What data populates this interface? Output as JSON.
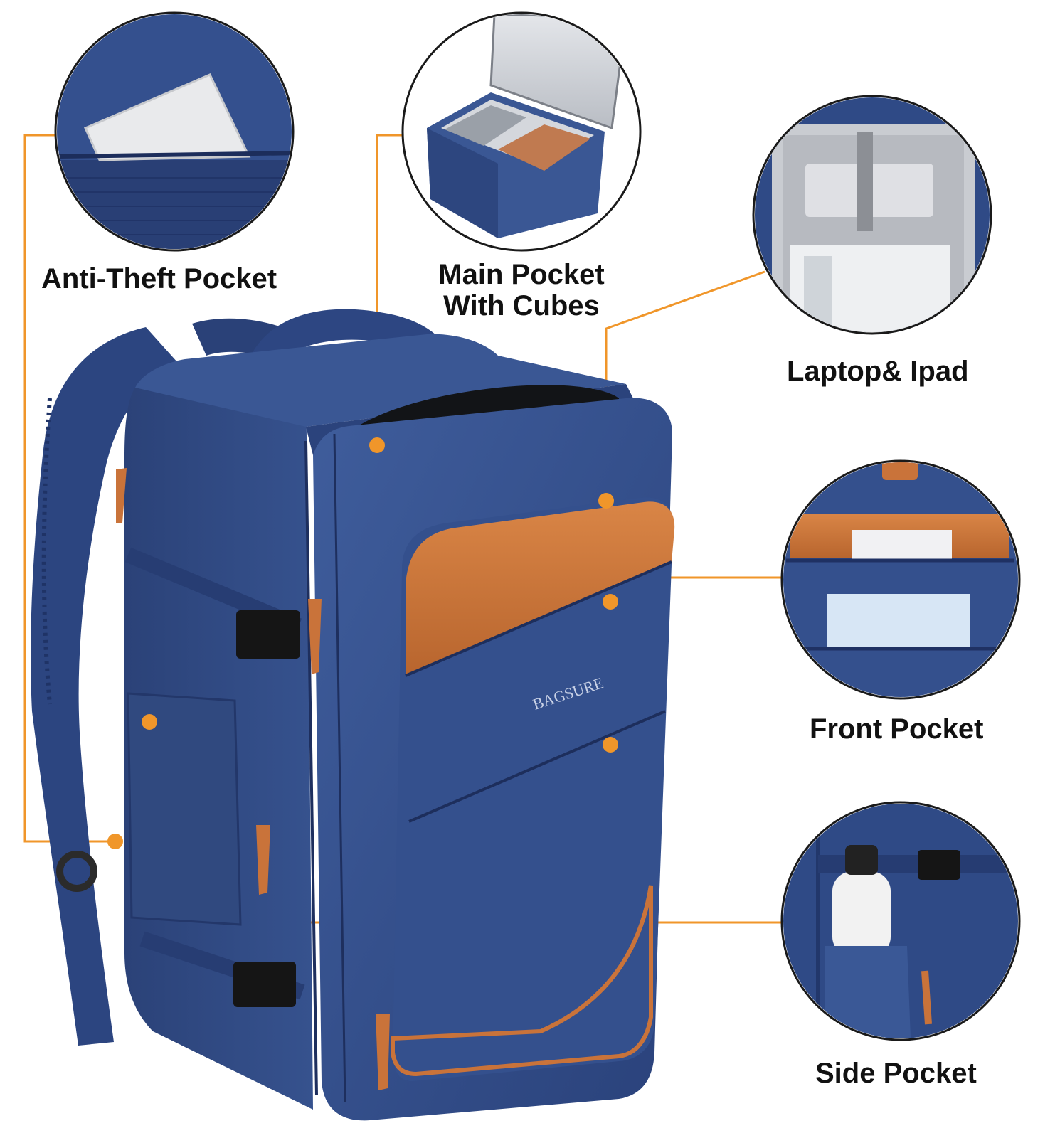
{
  "brand": {
    "name": "BAGSURE"
  },
  "features": [
    {
      "id": "anti-theft",
      "label": "Anti-Theft Pocket"
    },
    {
      "id": "main",
      "label_line1": "Main Pocket",
      "label_line2": "With Cubes"
    },
    {
      "id": "laptop",
      "label": "Laptop& Ipad"
    },
    {
      "id": "front",
      "label": "Front Pocket"
    },
    {
      "id": "side",
      "label": "Side Pocket"
    }
  ],
  "colors": {
    "bag_blue": "#2f4a86",
    "bag_blue_dark": "#1f3266",
    "bag_blue_light": "#3c5a9a",
    "leather": "#c9733a",
    "callout_orange": "#f0962a",
    "background": "#ffffff"
  }
}
